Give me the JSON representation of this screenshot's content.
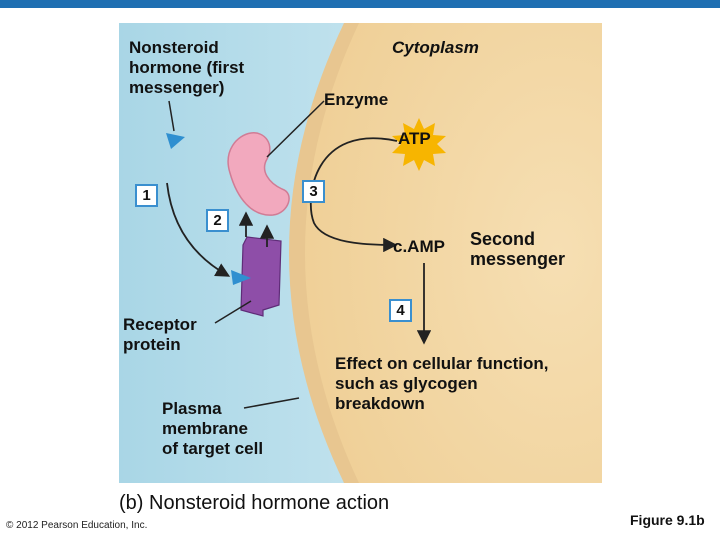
{
  "labels": {
    "hormone": "Nonsteroid\nhormone (first\nmessenger)",
    "cytoplasm": "Cytoplasm",
    "enzyme": "Enzyme",
    "atp": "ATP",
    "camp": "c.AMP",
    "second_messenger": "Second\nmessenger",
    "receptor": "Receptor\nprotein",
    "membrane": "Plasma\nmembrane\nof target cell",
    "effect": "Effect on cellular function,\nsuch as glycogen\nbreakdown"
  },
  "steps": [
    "1",
    "2",
    "3",
    "4"
  ],
  "caption": "(b)  Nonsteroid hormone action",
  "copyright": "© 2012 Pearson Education, Inc.",
  "figure_number": "Figure 9.1b",
  "colors": {
    "top_bar": "#1f6fb2",
    "extracellular": "#c9e6f0",
    "cytoplasm": "#f3d8a8",
    "membrane": "#e8c690",
    "receptor": "#8e4ea8",
    "enzyme": "#f2a9be",
    "hormone": "#2f8fd0",
    "atp_burst": "#f7b500"
  }
}
